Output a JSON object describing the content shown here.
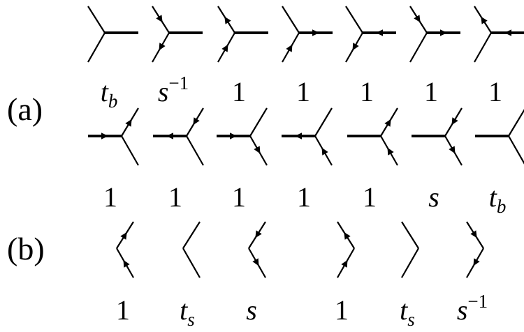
{
  "part_labels": {
    "a": "(a)",
    "b": "(b)"
  },
  "row_a_top": {
    "vertices": [
      {
        "arrows": {
          "up": "none",
          "down": "none",
          "right": "none"
        },
        "weight": {
          "base": "t",
          "sub": "b"
        }
      },
      {
        "arrows": {
          "up": "in",
          "down": "out",
          "right": "none"
        },
        "weight": {
          "base": "s",
          "sup": "−1"
        }
      },
      {
        "arrows": {
          "up": "out",
          "down": "in",
          "right": "none"
        },
        "weight": {
          "base": "1"
        }
      },
      {
        "arrows": {
          "up": "none",
          "down": "in",
          "right": "out"
        },
        "weight": {
          "base": "1"
        }
      },
      {
        "arrows": {
          "up": "none",
          "down": "out",
          "right": "in"
        },
        "weight": {
          "base": "1"
        }
      },
      {
        "arrows": {
          "up": "in",
          "down": "none",
          "right": "out"
        },
        "weight": {
          "base": "1"
        }
      },
      {
        "arrows": {
          "up": "out",
          "down": "none",
          "right": "in"
        },
        "weight": {
          "base": "1"
        }
      }
    ]
  },
  "row_a_bottom": {
    "vertices": [
      {
        "arrows": {
          "left": "in",
          "up": "out",
          "down": "none"
        },
        "weight": {
          "base": "1"
        }
      },
      {
        "arrows": {
          "left": "out",
          "up": "in",
          "down": "none"
        },
        "weight": {
          "base": "1"
        }
      },
      {
        "arrows": {
          "left": "in",
          "up": "none",
          "down": "out"
        },
        "weight": {
          "base": "1"
        }
      },
      {
        "arrows": {
          "left": "out",
          "up": "none",
          "down": "in"
        },
        "weight": {
          "base": "1"
        }
      },
      {
        "arrows": {
          "left": "none",
          "up": "out",
          "down": "in"
        },
        "weight": {
          "base": "1"
        }
      },
      {
        "arrows": {
          "left": "none",
          "up": "in",
          "down": "out"
        },
        "weight": {
          "base": "s"
        }
      },
      {
        "arrows": {
          "left": "none",
          "up": "none",
          "down": "none"
        },
        "weight": {
          "base": "t",
          "sub": "b"
        }
      }
    ]
  },
  "row_b": {
    "vertices": [
      {
        "dir": "left",
        "arrows": {
          "up": "out",
          "down": "in"
        },
        "weight": {
          "base": "1"
        }
      },
      {
        "dir": "left",
        "arrows": {
          "up": "none",
          "down": "none"
        },
        "weight": {
          "base": "t",
          "sub": "s"
        }
      },
      {
        "dir": "left",
        "arrows": {
          "up": "in",
          "down": "out"
        },
        "weight": {
          "base": "s"
        }
      },
      {
        "dir": "right",
        "arrows": {
          "up": "out",
          "down": "in"
        },
        "weight": {
          "base": "1"
        }
      },
      {
        "dir": "right",
        "arrows": {
          "up": "none",
          "down": "none"
        },
        "weight": {
          "base": "t",
          "sub": "s"
        }
      },
      {
        "dir": "right",
        "arrows": {
          "up": "in",
          "down": "out"
        },
        "weight": {
          "base": "s",
          "sup": "−1"
        }
      }
    ]
  }
}
